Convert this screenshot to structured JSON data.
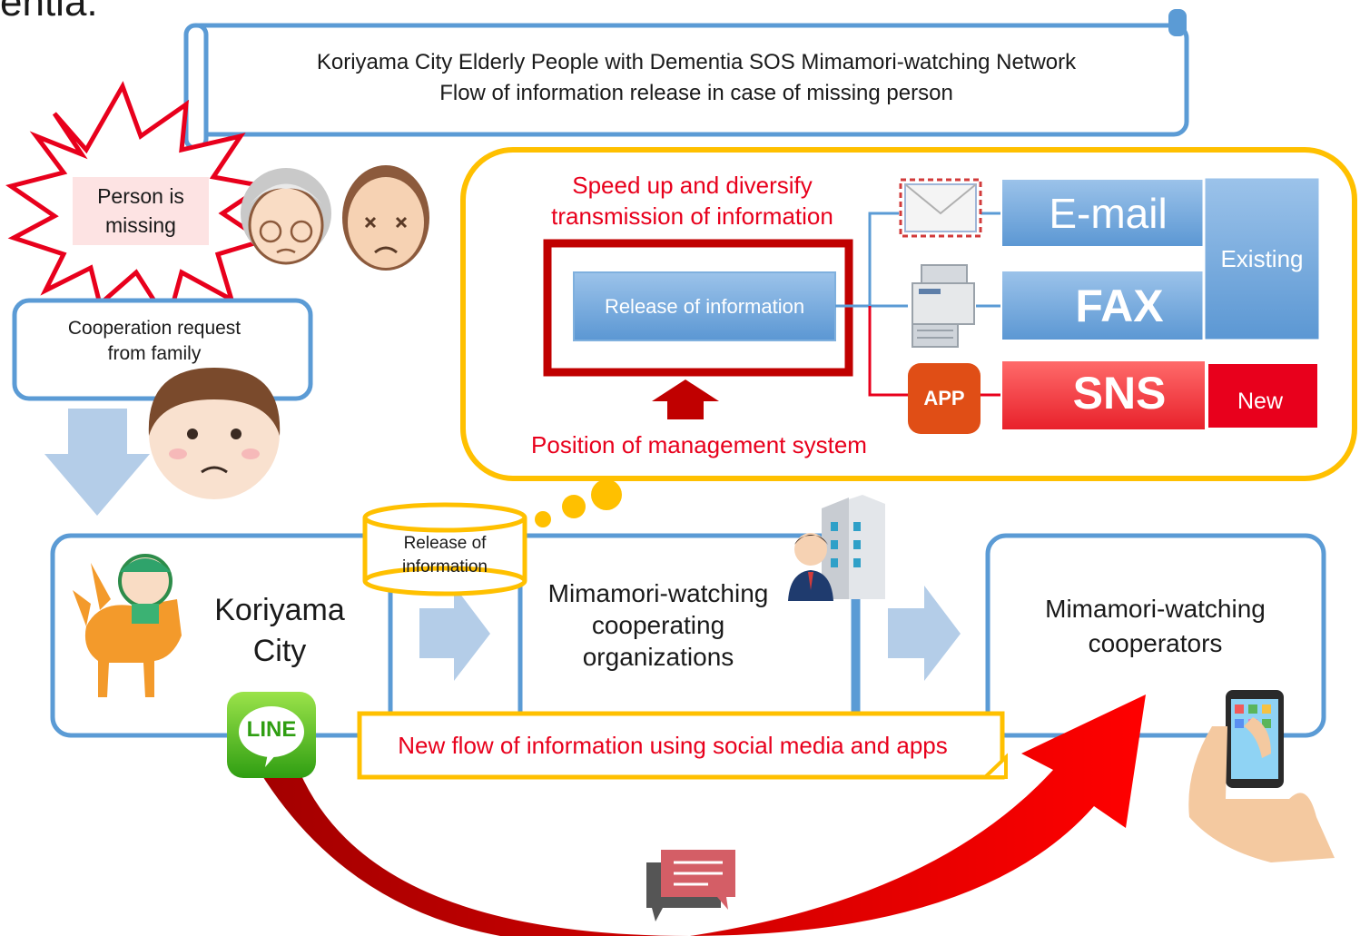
{
  "top_cut_text": "entia.",
  "header": {
    "line1": "Koriyama City Elderly People with Dementia SOS Mimamori-watching Network",
    "line2": "Flow of information release in case of missing person"
  },
  "missing_burst": {
    "line1": "Person is",
    "line2": "missing"
  },
  "cooperation_box": {
    "line1": "Cooperation request",
    "line2": "from family"
  },
  "system_panel": {
    "headline_line1": "Speed up and diversify",
    "headline_line2": "transmission of information",
    "release_button": "Release of information",
    "position_caption": "Position of management system",
    "channels": {
      "email": "E-mail",
      "fax": "FAX",
      "sns": "SNS",
      "existing": "Existing",
      "new": "New",
      "app_icon": "APP"
    }
  },
  "flow": {
    "city_line1": "Koriyama",
    "city_line2": "City",
    "release_cylinder_line1": "Release of",
    "release_cylinder_line2": "information",
    "orgs_line1": "Mimamori-watching",
    "orgs_line2": "cooperating",
    "orgs_line3": "organizations",
    "cooperators_line1": "Mimamori-watching",
    "cooperators_line2": "cooperators",
    "line_icon": "LINE",
    "new_flow_label": "New flow of information using social media and apps"
  },
  "icons": [
    "elderly-woman-icon",
    "elderly-man-icon",
    "worried-child-icon",
    "envelope-icon",
    "fax-machine-icon",
    "app-icon",
    "donkey-mascot-icon",
    "office-building-icon",
    "line-app-icon",
    "smartphone-hand-icon",
    "chat-bubble-icon"
  ],
  "colors": {
    "blue_border": "#5b9bd5",
    "yellow_border": "#ffc000",
    "red_accent": "#e8001c",
    "dark_red": "#c00000",
    "light_blue_arrow": "#b4cde8"
  }
}
